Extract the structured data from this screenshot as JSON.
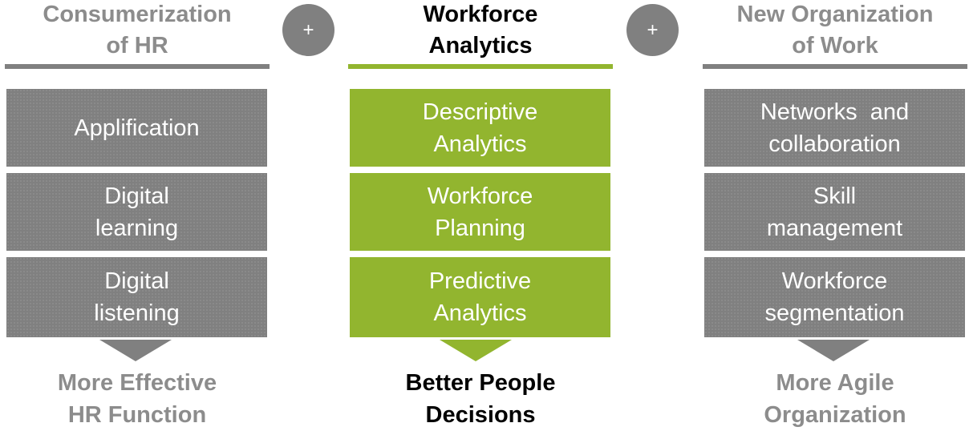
{
  "plus_symbol": "+",
  "colors": {
    "gray": "#808080",
    "gray_text": "#8c8c8c",
    "green": "#92b52f",
    "black": "#000000"
  },
  "columns": [
    {
      "header": [
        "Consumerization",
        "of HR"
      ],
      "items": [
        [
          "Applification"
        ],
        [
          "Digital",
          "learning"
        ],
        [
          "Digital",
          "listening"
        ]
      ],
      "outcome": [
        "More Effective",
        "HR Function"
      ]
    },
    {
      "header": [
        "Workforce",
        "Analytics"
      ],
      "items": [
        [
          "Descriptive",
          "Analytics"
        ],
        [
          "Workforce",
          "Planning"
        ],
        [
          "Predictive",
          "Analytics"
        ]
      ],
      "outcome": [
        "Better People",
        "Decisions"
      ]
    },
    {
      "header": [
        "New Organization",
        "of Work"
      ],
      "items": [
        [
          "Networks  and",
          "collaboration"
        ],
        [
          "Skill",
          "management"
        ],
        [
          "Workforce",
          "segmentation"
        ]
      ],
      "outcome": [
        "More Agile",
        "Organization"
      ]
    }
  ]
}
